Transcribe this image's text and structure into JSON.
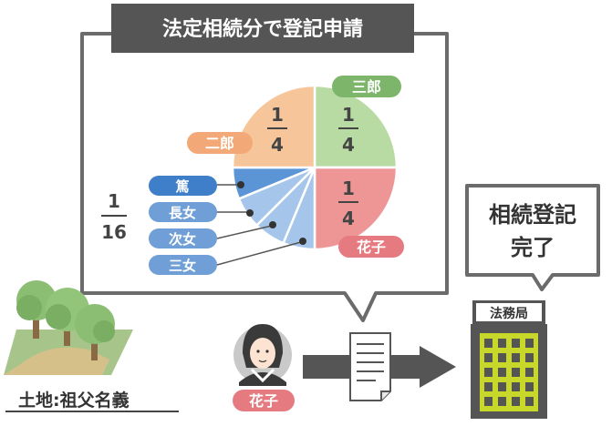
{
  "title": "法定相続分で登記申請",
  "pie": {
    "labels": {
      "saburo": "三郎",
      "jiro": "二郎",
      "hanako": "花子",
      "atsushi": "篤",
      "chojo": "長女",
      "jijo": "次女",
      "sanjo": "三女"
    },
    "fractions": {
      "saburo": {
        "num": "1",
        "den": "4"
      },
      "jiro": {
        "num": "1",
        "den": "4"
      },
      "hanako": {
        "num": "1",
        "den": "4"
      },
      "daughters": {
        "num": "1",
        "den": "16"
      }
    },
    "shares": [
      {
        "key": "saburo",
        "share": 0.25,
        "color": "#b8dba3"
      },
      {
        "key": "hanako",
        "share": 0.25,
        "color": "#ee9696"
      },
      {
        "key": "sanjo",
        "share": 0.0625,
        "color": "#a5c6ea"
      },
      {
        "key": "jijo",
        "share": 0.0625,
        "color": "#a5c6ea"
      },
      {
        "key": "chojo",
        "share": 0.0625,
        "color": "#a5c6ea"
      },
      {
        "key": "atsushi",
        "share": 0.0625,
        "color": "#5b95d6"
      },
      {
        "key": "jiro",
        "share": 0.25,
        "color": "#f6c59a"
      }
    ]
  },
  "land_label": "土地:祖父名義",
  "person_label": "花子",
  "registry_bubble": {
    "line1": "相続登記",
    "line2": "完了"
  },
  "office_sign": "法務局",
  "colors": {
    "banner": "#555555",
    "saburo": "#7db56b",
    "jiro": "#f2a877",
    "hanako": "#e57a80",
    "atsushi": "#3f7fc9",
    "daughters": "#6f9fd6",
    "building": "#c8d82a",
    "arrow": "#555555"
  }
}
